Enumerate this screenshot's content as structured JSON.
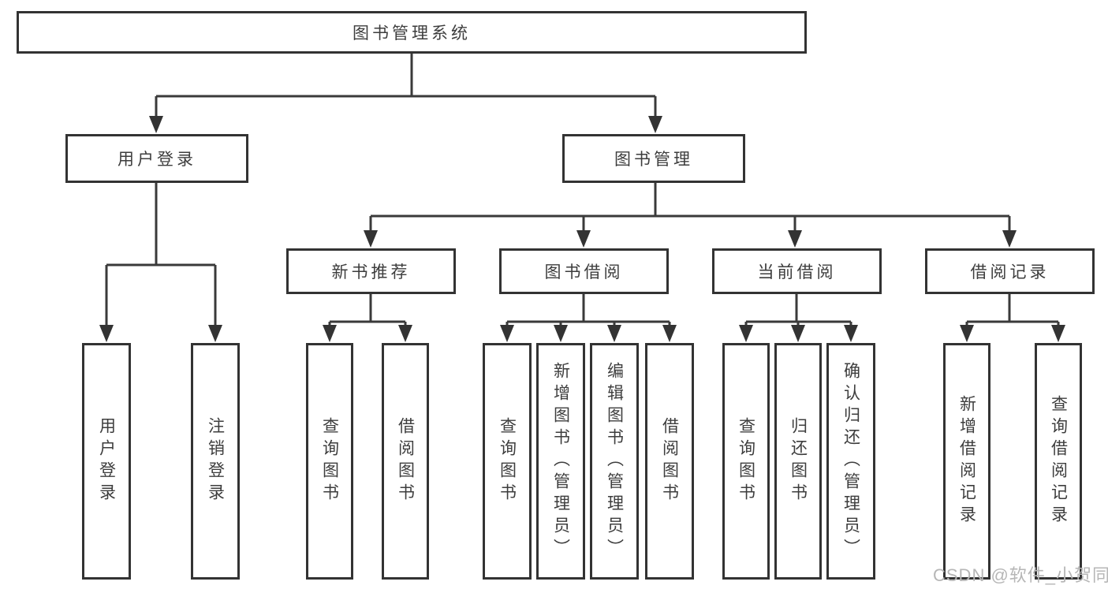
{
  "tree": {
    "root": {
      "label": "图书管理系统"
    },
    "branches": [
      {
        "label": "用户登录",
        "children": [
          {
            "label": "用户登录"
          },
          {
            "label": "注销登录"
          }
        ]
      },
      {
        "label": "图书管理",
        "children": [
          {
            "label": "新书推荐",
            "children": [
              {
                "label": "查询图书"
              },
              {
                "label": "借阅图书"
              }
            ]
          },
          {
            "label": "图书借阅",
            "children": [
              {
                "label": "查询图书"
              },
              {
                "label": "新增图书（管理员）"
              },
              {
                "label": "编辑图书（管理员）"
              },
              {
                "label": "借阅图书"
              }
            ]
          },
          {
            "label": "当前借阅",
            "children": [
              {
                "label": "查询图书"
              },
              {
                "label": "归还图书"
              },
              {
                "label": "确认归还（管理员）"
              }
            ]
          },
          {
            "label": "借阅记录",
            "children": [
              {
                "label": "新增借阅记录"
              },
              {
                "label": "查询借阅记录"
              }
            ]
          }
        ]
      }
    ]
  },
  "watermark": {
    "text": "CSDN @软件_小贺同学"
  },
  "colors": {
    "line": "#3a3a3a",
    "box_border": "#333333",
    "text": "#3d3d3d",
    "box_background": "#ffffff",
    "background": "#ffffff",
    "watermark": "#b6b6b6"
  }
}
